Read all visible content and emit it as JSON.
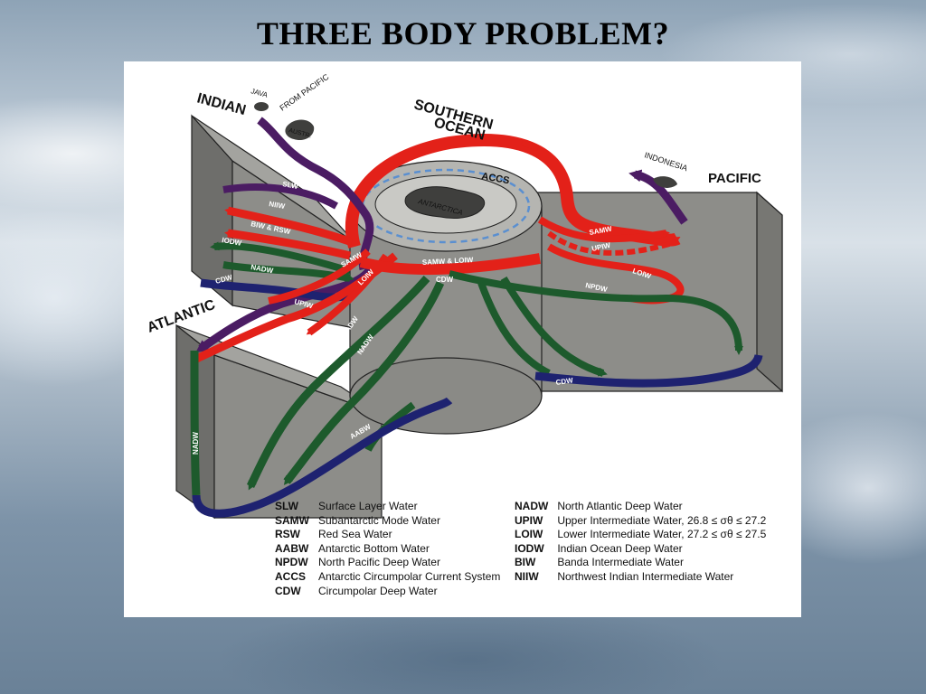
{
  "slide": {
    "title": "THREE BODY PROBLEM?"
  },
  "diagram": {
    "basin_labels": {
      "indian": "INDIAN",
      "southern": "SOUTHERN",
      "ocean": "OCEAN",
      "pacific": "PACIFIC",
      "atlantic": "ATLANTIC"
    },
    "place_labels": {
      "java": "JAVA",
      "austr": "AUSTR.",
      "from_pacific": "FROM PACIFIC",
      "indonesia": "INDONESIA",
      "antarctica": "ANTARCTICA"
    },
    "flow_labels": {
      "samw_loiw_top": "SAMW & LOIW",
      "accs": "ACCS",
      "slw": "SLW",
      "niiw": "NIIW",
      "biw_rsw": "BIW & RSW",
      "iodw": "IODW",
      "nadw_indian": "NADW",
      "cdw_left": "CDW",
      "upiw_atlantic": "UPIW",
      "samw_mid": "SAMW",
      "loiw_mid": "LOIW",
      "samw_loiw_bottom": "SAMW & LOIW",
      "cdw_center": "CDW",
      "nadw_a": "NADW",
      "nadw_b": "NADW",
      "samw_pacific": "SAMW",
      "upiw_pacific": "UPIW",
      "loiw_pacific": "LOIW",
      "npdw": "NPDW",
      "cdw_pacific": "CDW",
      "aabw": "AABW",
      "nadw_atlantic": "NADW"
    },
    "colors": {
      "red": "#e32119",
      "green": "#1d5a2c",
      "navy": "#1e2270",
      "purple": "#4b1c63",
      "blue_dash": "#5a8fd0",
      "box": "#8a8a86"
    }
  },
  "legend": {
    "left": [
      {
        "abbr": "SLW",
        "desc": "Surface Layer Water"
      },
      {
        "abbr": "SAMW",
        "desc": "Subantarctic Mode Water"
      },
      {
        "abbr": "RSW",
        "desc": "Red Sea Water"
      },
      {
        "abbr": "AABW",
        "desc": "Antarctic Bottom Water"
      },
      {
        "abbr": "NPDW",
        "desc": "North Pacific Deep Water"
      },
      {
        "abbr": "ACCS",
        "desc": "Antarctic Circumpolar Current System"
      },
      {
        "abbr": "CDW",
        "desc": "Circumpolar Deep Water"
      }
    ],
    "right": [
      {
        "abbr": "NADW",
        "desc": "North Atlantic Deep Water"
      },
      {
        "abbr": "UPIW",
        "desc": "Upper Intermediate Water, 26.8 ≤ σθ ≤ 27.2"
      },
      {
        "abbr": "LOIW",
        "desc": "Lower Intermediate Water, 27.2 ≤ σθ ≤ 27.5"
      },
      {
        "abbr": "IODW",
        "desc": "Indian Ocean Deep Water"
      },
      {
        "abbr": "BIW",
        "desc": "Banda Intermediate Water"
      },
      {
        "abbr": "NIIW",
        "desc": "Northwest Indian Intermediate Water"
      }
    ]
  }
}
